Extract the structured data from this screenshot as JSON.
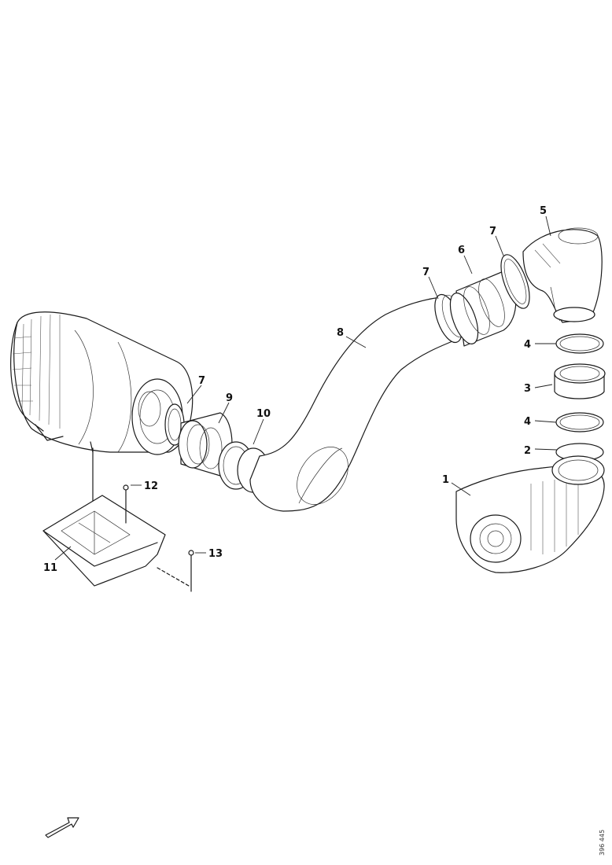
{
  "callouts": {
    "c1": "1",
    "c2": "2",
    "c3": "3",
    "c4a": "4",
    "c4b": "4",
    "c5": "5",
    "c6": "6",
    "c7a": "7",
    "c7b": "7",
    "c7c": "7",
    "c8": "8",
    "c9": "9",
    "c10": "10",
    "c11": "11",
    "c12": "12",
    "c13": "13"
  },
  "drawing_ref": "396 445",
  "direction_arrow": "arrow-icon"
}
